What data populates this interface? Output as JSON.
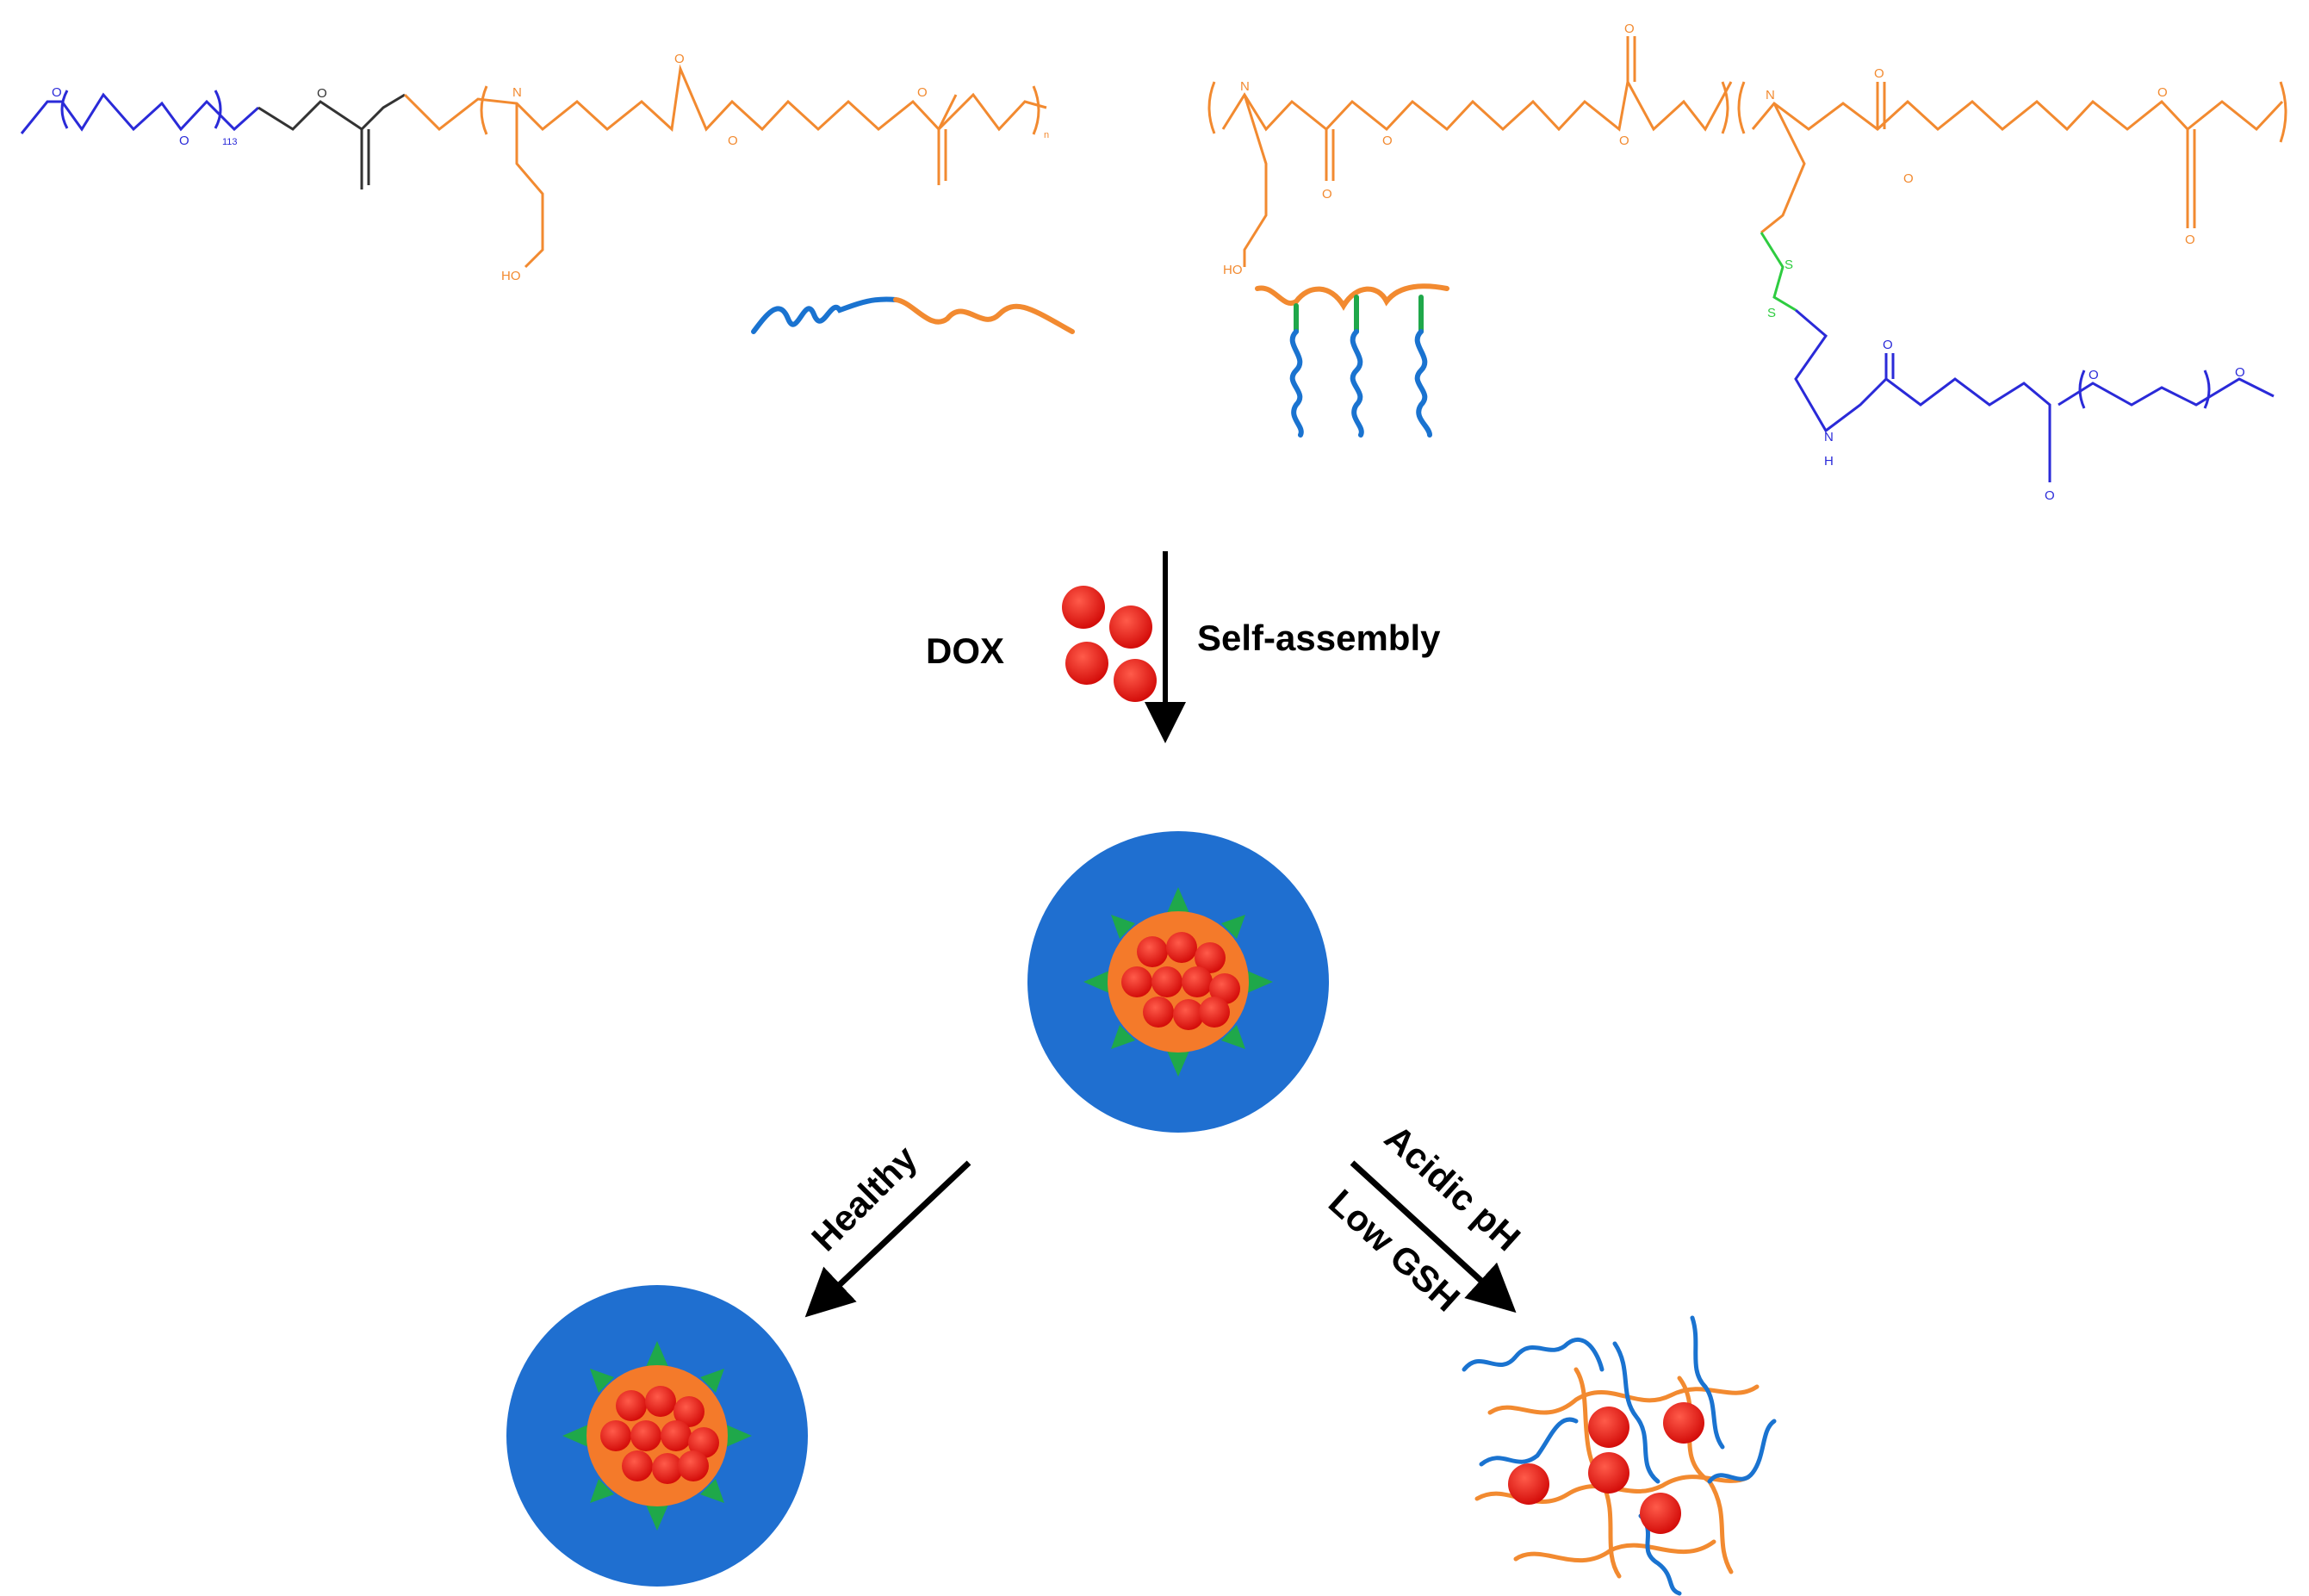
{
  "colors": {
    "peg_blue": "#2a2ad8",
    "polymer_orange": "#f28a30",
    "disulfide_green": "#2ecc40",
    "linker_black": "#333333",
    "shell_blue": "#1f6fd0",
    "coil_blue": "#1a73d0",
    "core_orange": "#f47a2a",
    "dox_red": "#e8100e",
    "spike_green": "#1fa84a",
    "arrow_black": "#000000"
  },
  "labels": {
    "dox": "DOX",
    "self_assembly": "Self-assembly",
    "healthy": "Healthy",
    "acidic_ph": "Acidic pH",
    "low_gsh": "Low GSH"
  },
  "atoms": {
    "o": "O",
    "n": "N",
    "s": "S",
    "h": "H",
    "ho": "HO",
    "n113": "113",
    "sub_n": "n"
  }
}
